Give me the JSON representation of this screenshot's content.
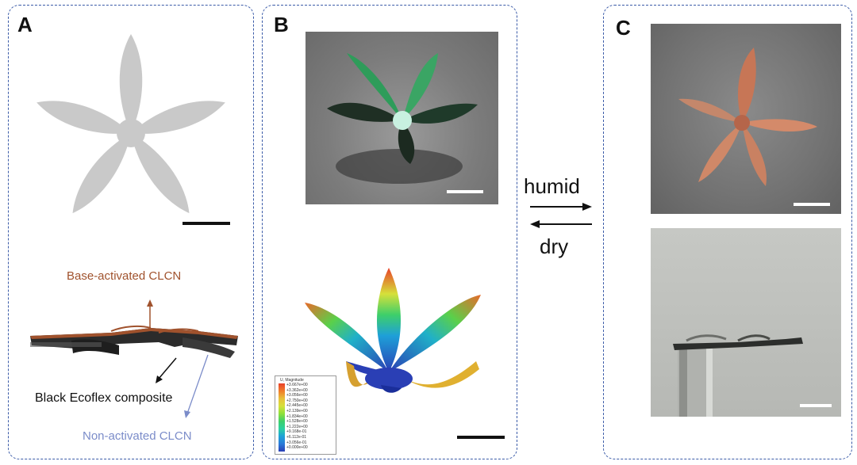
{
  "panels": {
    "a": {
      "label": "A"
    },
    "b": {
      "label": "B"
    },
    "c": {
      "label": "C"
    }
  },
  "annotations": {
    "base_activated": "Base-activated  CLCN",
    "black_ecoflex": "Black Ecoflex composite",
    "non_activated": "Non-activated  CLCN"
  },
  "transition": {
    "forward": "humid",
    "backward": "dry"
  },
  "legend": {
    "title": "U, Magnitude",
    "values": [
      "+3.667e+00",
      "+3.362e+00",
      "+3.056e+00",
      "+2.750e+00",
      "+2.445e+00",
      "+2.139e+00",
      "+1.834e+00",
      "+1.528e+00",
      "+1.222e+00",
      "+9.168e-01",
      "+6.112e-01",
      "+3.056e-01",
      "+0.000e+00"
    ]
  },
  "colors": {
    "panel_border": "#3b5ba8",
    "base_activated": "#a0522d",
    "non_activated": "#7b8cc9",
    "flower_gray": "#c9c9c9"
  }
}
